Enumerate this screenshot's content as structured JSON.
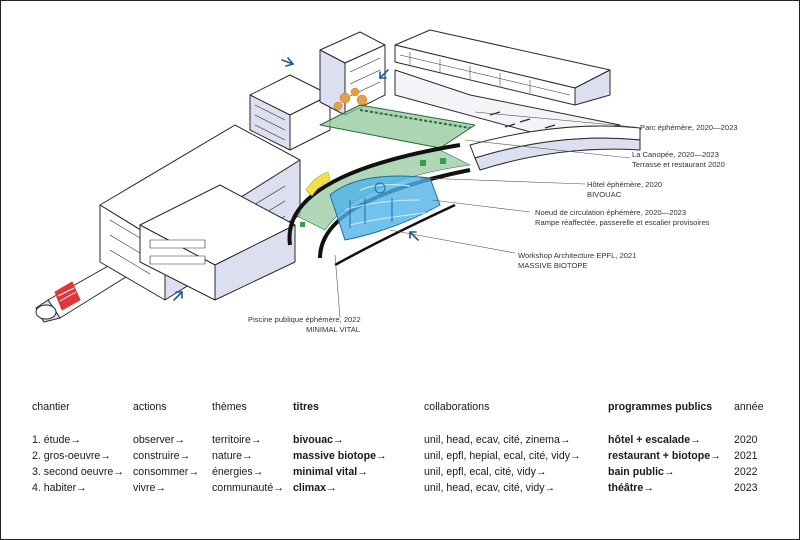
{
  "callouts": [
    {
      "id": "parc",
      "lines": [
        "Parc éphémère, 2020—2023"
      ]
    },
    {
      "id": "canopee",
      "lines": [
        "La Canopée, 2020—2023",
        "Terrasse et restaurant 2020"
      ]
    },
    {
      "id": "hotel",
      "lines": [
        "Hôtel éphémère, 2020",
        "BIVOUAC"
      ]
    },
    {
      "id": "noeud",
      "lines": [
        "Noeud de circulation éphémère, 2020—2023",
        "Rampe réaffectée, passerelle et escalier provisoires"
      ]
    },
    {
      "id": "workshop",
      "lines": [
        "Workshop Architecture EPFL, 2021",
        "MASSIVE BIOTOPE"
      ]
    },
    {
      "id": "piscine",
      "lines": [
        "Piscine publique éphémère, 2022",
        "MINIMAL VITAL"
      ]
    }
  ],
  "table": {
    "columns": [
      {
        "key": "chantier",
        "header": "chantier",
        "bold": false,
        "rows": [
          "1. étude→",
          "2. gros-oeuvre→",
          "3. second oeuvre→",
          "4. habiter→"
        ]
      },
      {
        "key": "actions",
        "header": "actions",
        "bold": false,
        "rows": [
          "observer→",
          "construire→",
          "consommer→",
          "vivre→"
        ]
      },
      {
        "key": "themes",
        "header": "thèmes",
        "bold": false,
        "rows": [
          "territoire→",
          "nature→",
          "énergies→",
          "communauté→"
        ]
      },
      {
        "key": "titres",
        "header": "titres",
        "bold": true,
        "rows": [
          "bivouac→",
          "massive biotope→",
          "minimal vital→",
          "climax→"
        ]
      },
      {
        "key": "collaborations",
        "header": "collaborations",
        "bold": false,
        "rows": [
          "unil, head, ecav, cité, zinema→",
          "unil, epfl, hepial, ecal, cité, vidy→",
          "unil, epfl, ecal, cité, vidy→",
          "unil, head, ecav, cité, vidy→"
        ]
      },
      {
        "key": "programmes",
        "header": "programmes publics",
        "bold": true,
        "rows": [
          "hôtel + escalade→",
          "restaurant + biotope→",
          "bain public→",
          "théâtre→"
        ]
      },
      {
        "key": "annee",
        "header": "année",
        "bold": false,
        "rows": [
          "2020",
          "2021",
          "2022",
          "2023"
        ]
      }
    ]
  },
  "colors": {
    "line": "#2a2a2a",
    "shade": "#dcdff0",
    "green": "#8fc79a",
    "water": "#4fb3e8",
    "orange": "#e3a24a",
    "yellow": "#f2e04a",
    "red": "#e0383a",
    "arrow": "#1f5d8c"
  }
}
